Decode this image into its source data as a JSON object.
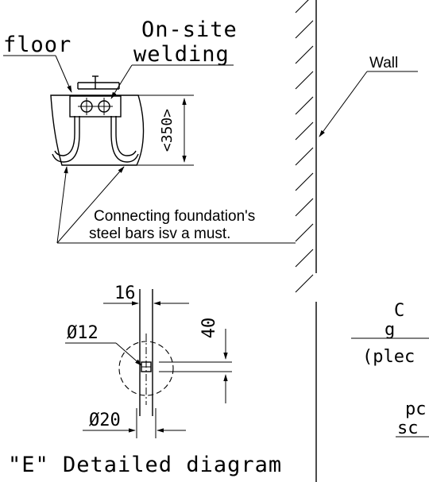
{
  "labels": {
    "floor": "floor",
    "onsite_line1": "On-site",
    "onsite_line2": "welding",
    "wall": "Wall",
    "dim_350": "<350>",
    "note_line1": "Connecting foundation's",
    "note_line2": "steel bars isv a must.",
    "dim_16": "16",
    "dim_40": "40",
    "dim_phi12": "Ø12",
    "dim_phi20": "Ø20",
    "detail_caption": "\"E\" Detailed diagram",
    "cut_right_1": "C",
    "cut_right_2": "g",
    "cut_right_3": "(plec",
    "cut_right_4": "pc",
    "cut_right_5": "sc"
  }
}
